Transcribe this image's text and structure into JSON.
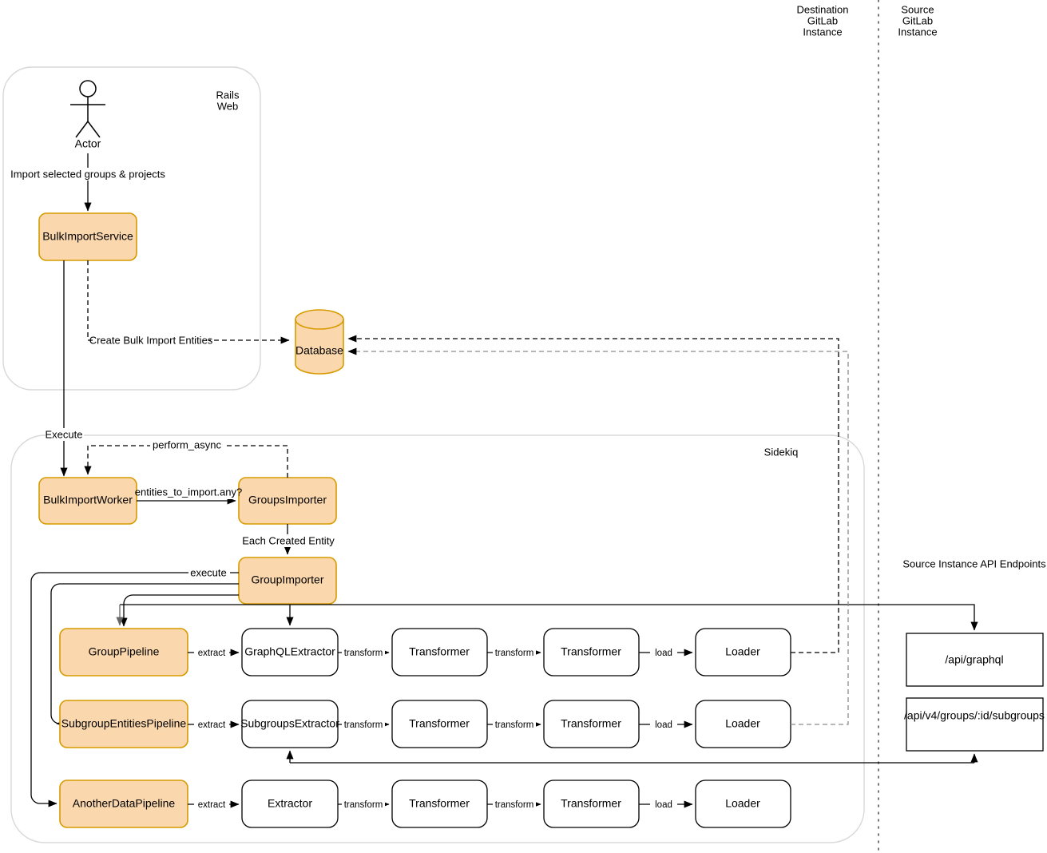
{
  "zones": {
    "destination": "Destination\nGitLab\nInstance",
    "destination_lines": [
      "Destination",
      "GitLab",
      "Instance"
    ],
    "source_lines": [
      "Source",
      "GitLab",
      "Instance"
    ],
    "rails_lines": [
      "Rails",
      "Web"
    ],
    "sidekiq": "Sidekiq",
    "api_heading": "Source Instance API Endpoints"
  },
  "nodes": {
    "actor": "Actor",
    "bulk_import_service": "BulkImportService",
    "database": "Database",
    "bulk_import_worker": "BulkImportWorker",
    "groups_importer": "GroupsImporter",
    "group_importer": "GroupImporter",
    "group_pipeline": "GroupPipeline",
    "subgroup_entities_pipeline": "SubgroupEntitiesPipeline",
    "another_data_pipeline": "AnotherDataPipeline",
    "graphql_extractor": "GraphQLExtractor",
    "subgroups_extractor": "SubgroupsExtractor",
    "extractor": "Extractor",
    "transformer": "Transformer",
    "loader": "Loader",
    "api_graphql": "/api/graphql",
    "api_subgroups": "/api/v4/groups/:id/subgroups"
  },
  "edges": {
    "import_selected": "Import selected groups & projects",
    "create_bulk_import_entities": "Create Bulk Import Entities",
    "execute_arrow": "Execute",
    "perform_async": "perform_async",
    "entities_to_import": "entities_to_import.any?",
    "each_created_entity": "Each Created Entity",
    "execute": "execute",
    "extract": "extract",
    "transform": "transform",
    "load": "load"
  },
  "colors": {
    "node_fill": "#fad7ac",
    "node_stroke": "#d79b00",
    "plain_fill": "#ffffff",
    "plain_stroke": "#000000",
    "zone_stroke": "#d8d8d8"
  }
}
